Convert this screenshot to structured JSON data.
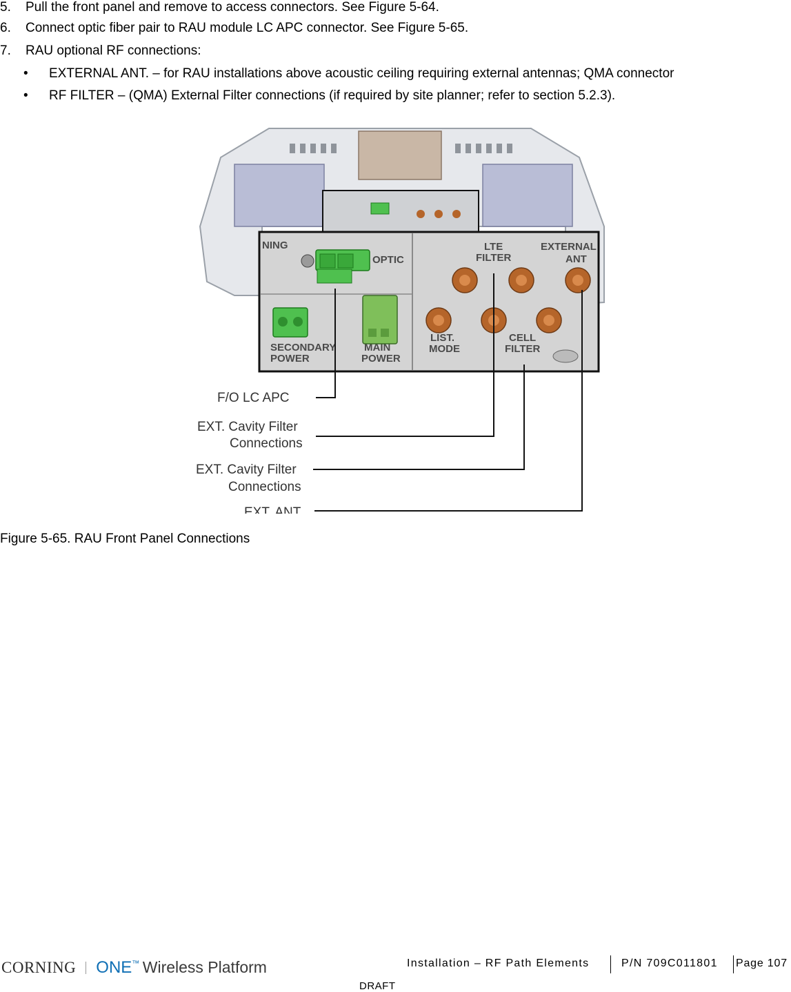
{
  "steps": [
    {
      "num": "5.",
      "text": "Pull the front panel and remove to access connectors. See Figure 5-64."
    },
    {
      "num": "6.",
      "text": "Connect optic fiber pair to RAU module LC APC connector. See Figure 5-65."
    },
    {
      "num": "7.",
      "text": "RAU optional RF connections:"
    }
  ],
  "bullets": [
    {
      "mark": "•",
      "text": "EXTERNAL ANT. – for RAU installations above acoustic ceiling requiring external antennas; QMA connector"
    },
    {
      "mark": "•",
      "text": "RF FILTER – (QMA) External Filter connections (if required by site planner; refer to section 5.2.3)."
    }
  ],
  "figure": {
    "panel_labels": {
      "ning": "NING",
      "optic": "OPTIC",
      "lte_filter_1": "LTE",
      "lte_filter_2": "FILTER",
      "external_ant_1": "EXTERNAL",
      "external_ant_2": "ANT",
      "secondary_power_1": "SECONDARY",
      "secondary_power_2": "POWER",
      "main_power_1": "MAIN",
      "main_power_2": "POWER",
      "list_mode_1": "LIST.",
      "list_mode_2": "MODE",
      "cell_filter_1": "CELL",
      "cell_filter_2": "FILTER"
    },
    "callouts": {
      "fo_lc_apc": "F/O LC APC",
      "ext_cavity_1a": "EXT. Cavity Filter",
      "ext_cavity_1b": "Connections",
      "ext_cavity_2a": "EXT. Cavity Filter",
      "ext_cavity_2b": "Connections",
      "ext_ant": "EXT. ANT"
    }
  },
  "caption": "Figure 5-65. RAU Front Panel Connections",
  "footer": {
    "logo_corning": "CORNING",
    "logo_one": "ONE",
    "logo_tm": "™",
    "logo_platform": "Wireless Platform",
    "section": "Installation – RF Path Elements",
    "part_number": "P/N 709C011801",
    "page": "Page 107",
    "draft": "DRAFT"
  },
  "colors": {
    "connector_copper": "#b5652a",
    "connector_green": "#4fc04f",
    "panel_bg": "#d4d4d4",
    "housing": "#e6e8ec",
    "logo_blue": "#0f6fb5"
  }
}
